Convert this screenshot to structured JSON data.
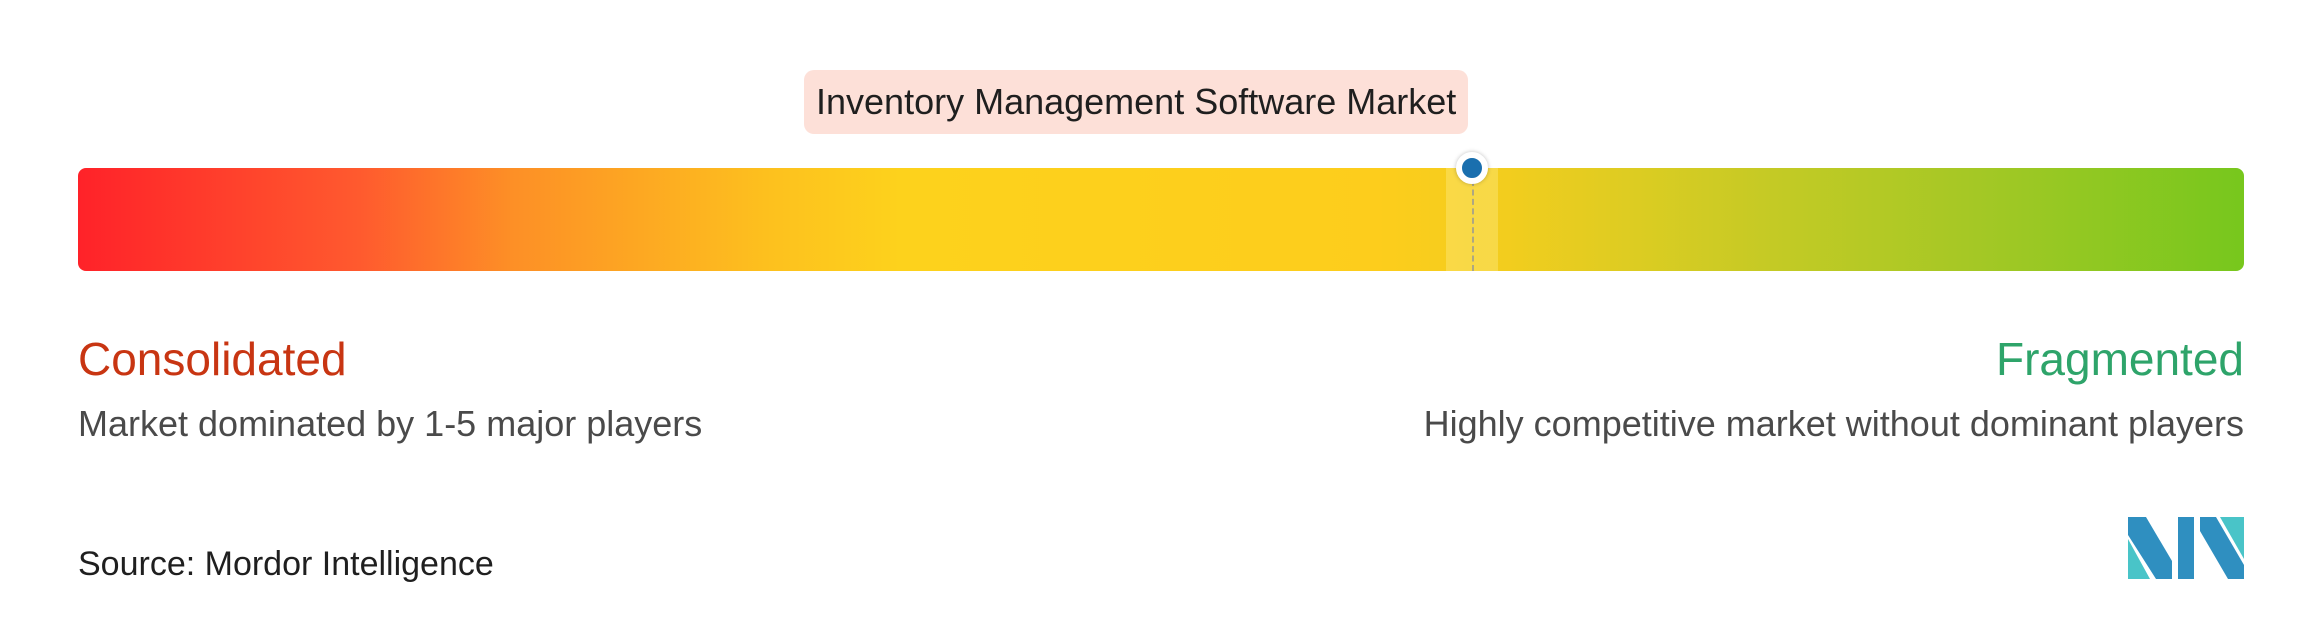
{
  "market_label": "Inventory Management Software Market",
  "marker": {
    "position_fraction": 0.644
  },
  "scale": {
    "left": {
      "title": "Consolidated",
      "description": "Market dominated by 1-5 major players",
      "color": "#c83512"
    },
    "right": {
      "title": "Fragmented",
      "description": "Highly competitive market without dominant players",
      "color": "#2ea46a"
    }
  },
  "source": "Source: Mordor Intelligence",
  "colors": {
    "gradient_start": "#ff2229",
    "gradient_mid": "#fdd21c",
    "gradient_end": "#77c71d",
    "marker": "#1a6fae",
    "label_background": "#fde0d8",
    "logo_dark": "#2f8fc0",
    "logo_light": "#49c4c8"
  },
  "logo_icon": "mordor-intelligence-logo"
}
